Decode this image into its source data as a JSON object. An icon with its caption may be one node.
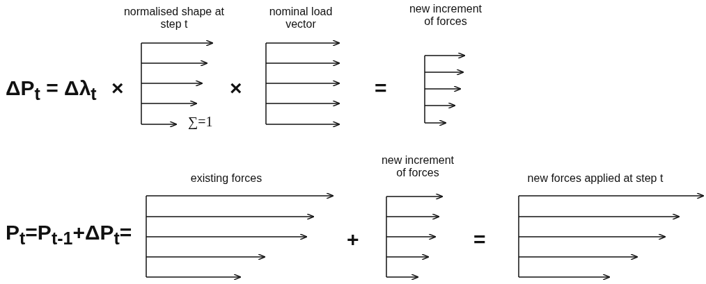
{
  "diagram": {
    "labels": [
      "normalised shape at step t",
      "nominal load vector",
      "new increment of forces",
      "ΔP$_{t}$ = Δλ$_{t}$",
      "×",
      "×",
      "=",
      "∑=1",
      "new increment of forces",
      "existing forces",
      "new forces applied at step t",
      "P$_{t}$=P$_{t-1}$+ΔP$_{t}$=",
      "+",
      "="
    ]
  }
}
